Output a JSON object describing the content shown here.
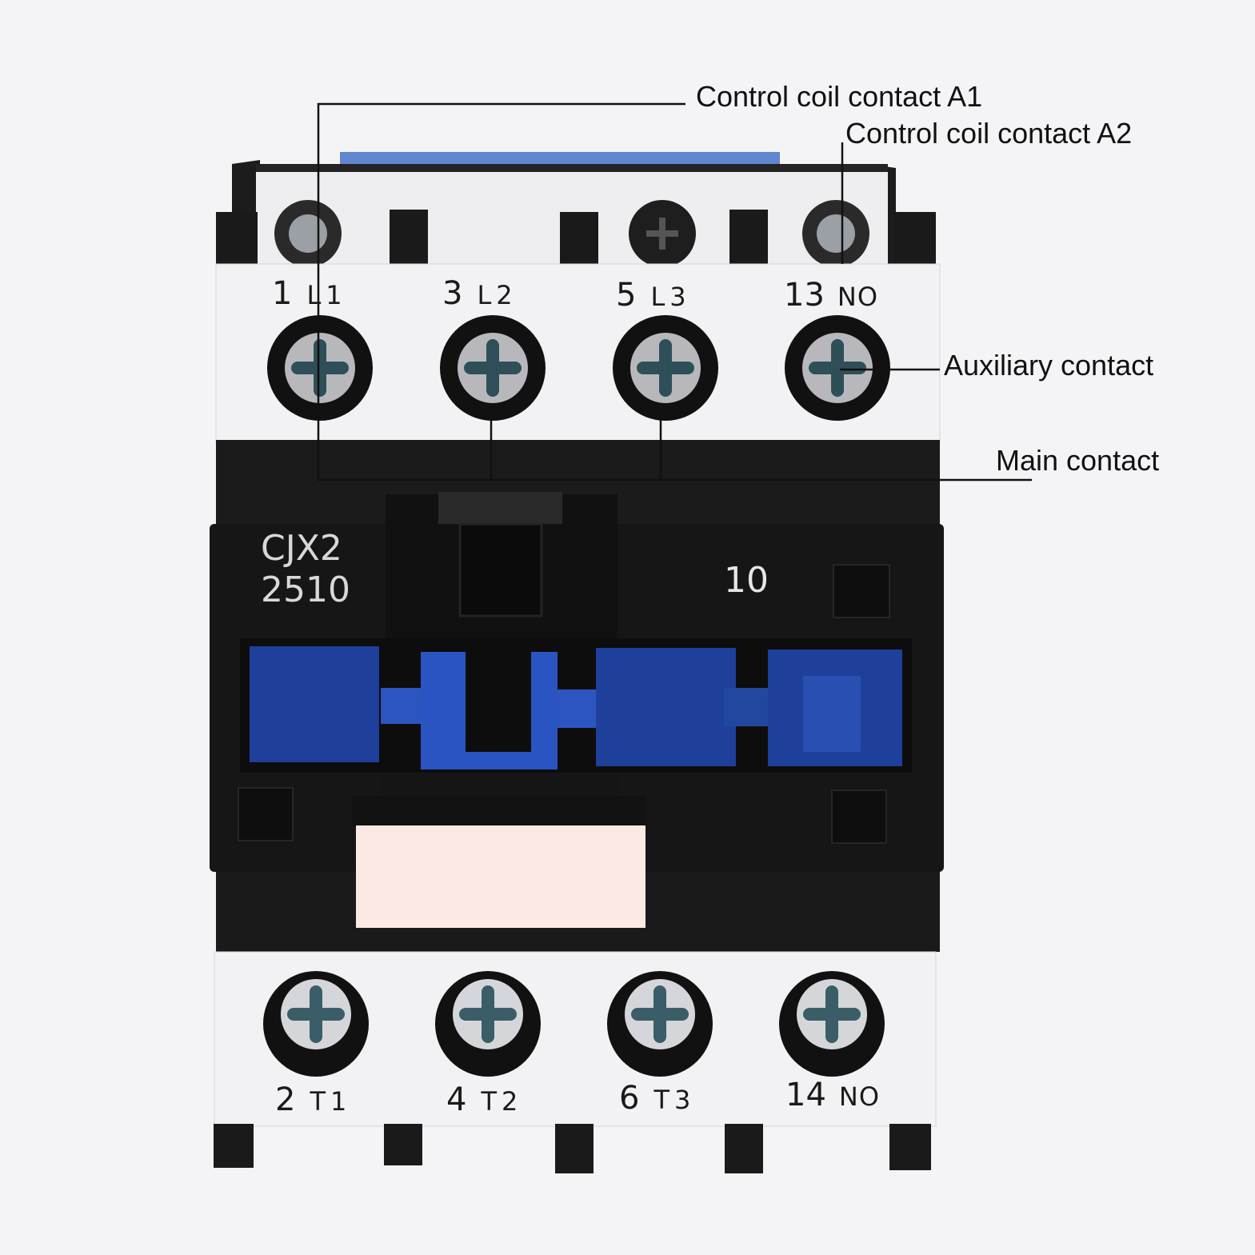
{
  "callouts": {
    "coil_a1": "Control coil contact A1",
    "coil_a2": "Control coil contact A2",
    "auxiliary": "Auxiliary contact",
    "main": "Main contact"
  },
  "top_terminals": [
    {
      "num": "1",
      "code": "L1"
    },
    {
      "num": "3",
      "code": "L2"
    },
    {
      "num": "5",
      "code": "L3"
    },
    {
      "num": "13",
      "code": "NO"
    }
  ],
  "bottom_terminals": [
    {
      "num": "2",
      "code": "T1"
    },
    {
      "num": "4",
      "code": "T2"
    },
    {
      "num": "6",
      "code": "T3"
    },
    {
      "num": "14",
      "code": "NO"
    }
  ],
  "body": {
    "model_line1": "CJX2",
    "model_line2": "2510",
    "contact_config": "10"
  },
  "colors": {
    "housing": "#1b1b1b",
    "terminal_block": "#f2f2f4",
    "armature_blue": "#1e3f9a",
    "label_plate": "#fbe9e4"
  }
}
